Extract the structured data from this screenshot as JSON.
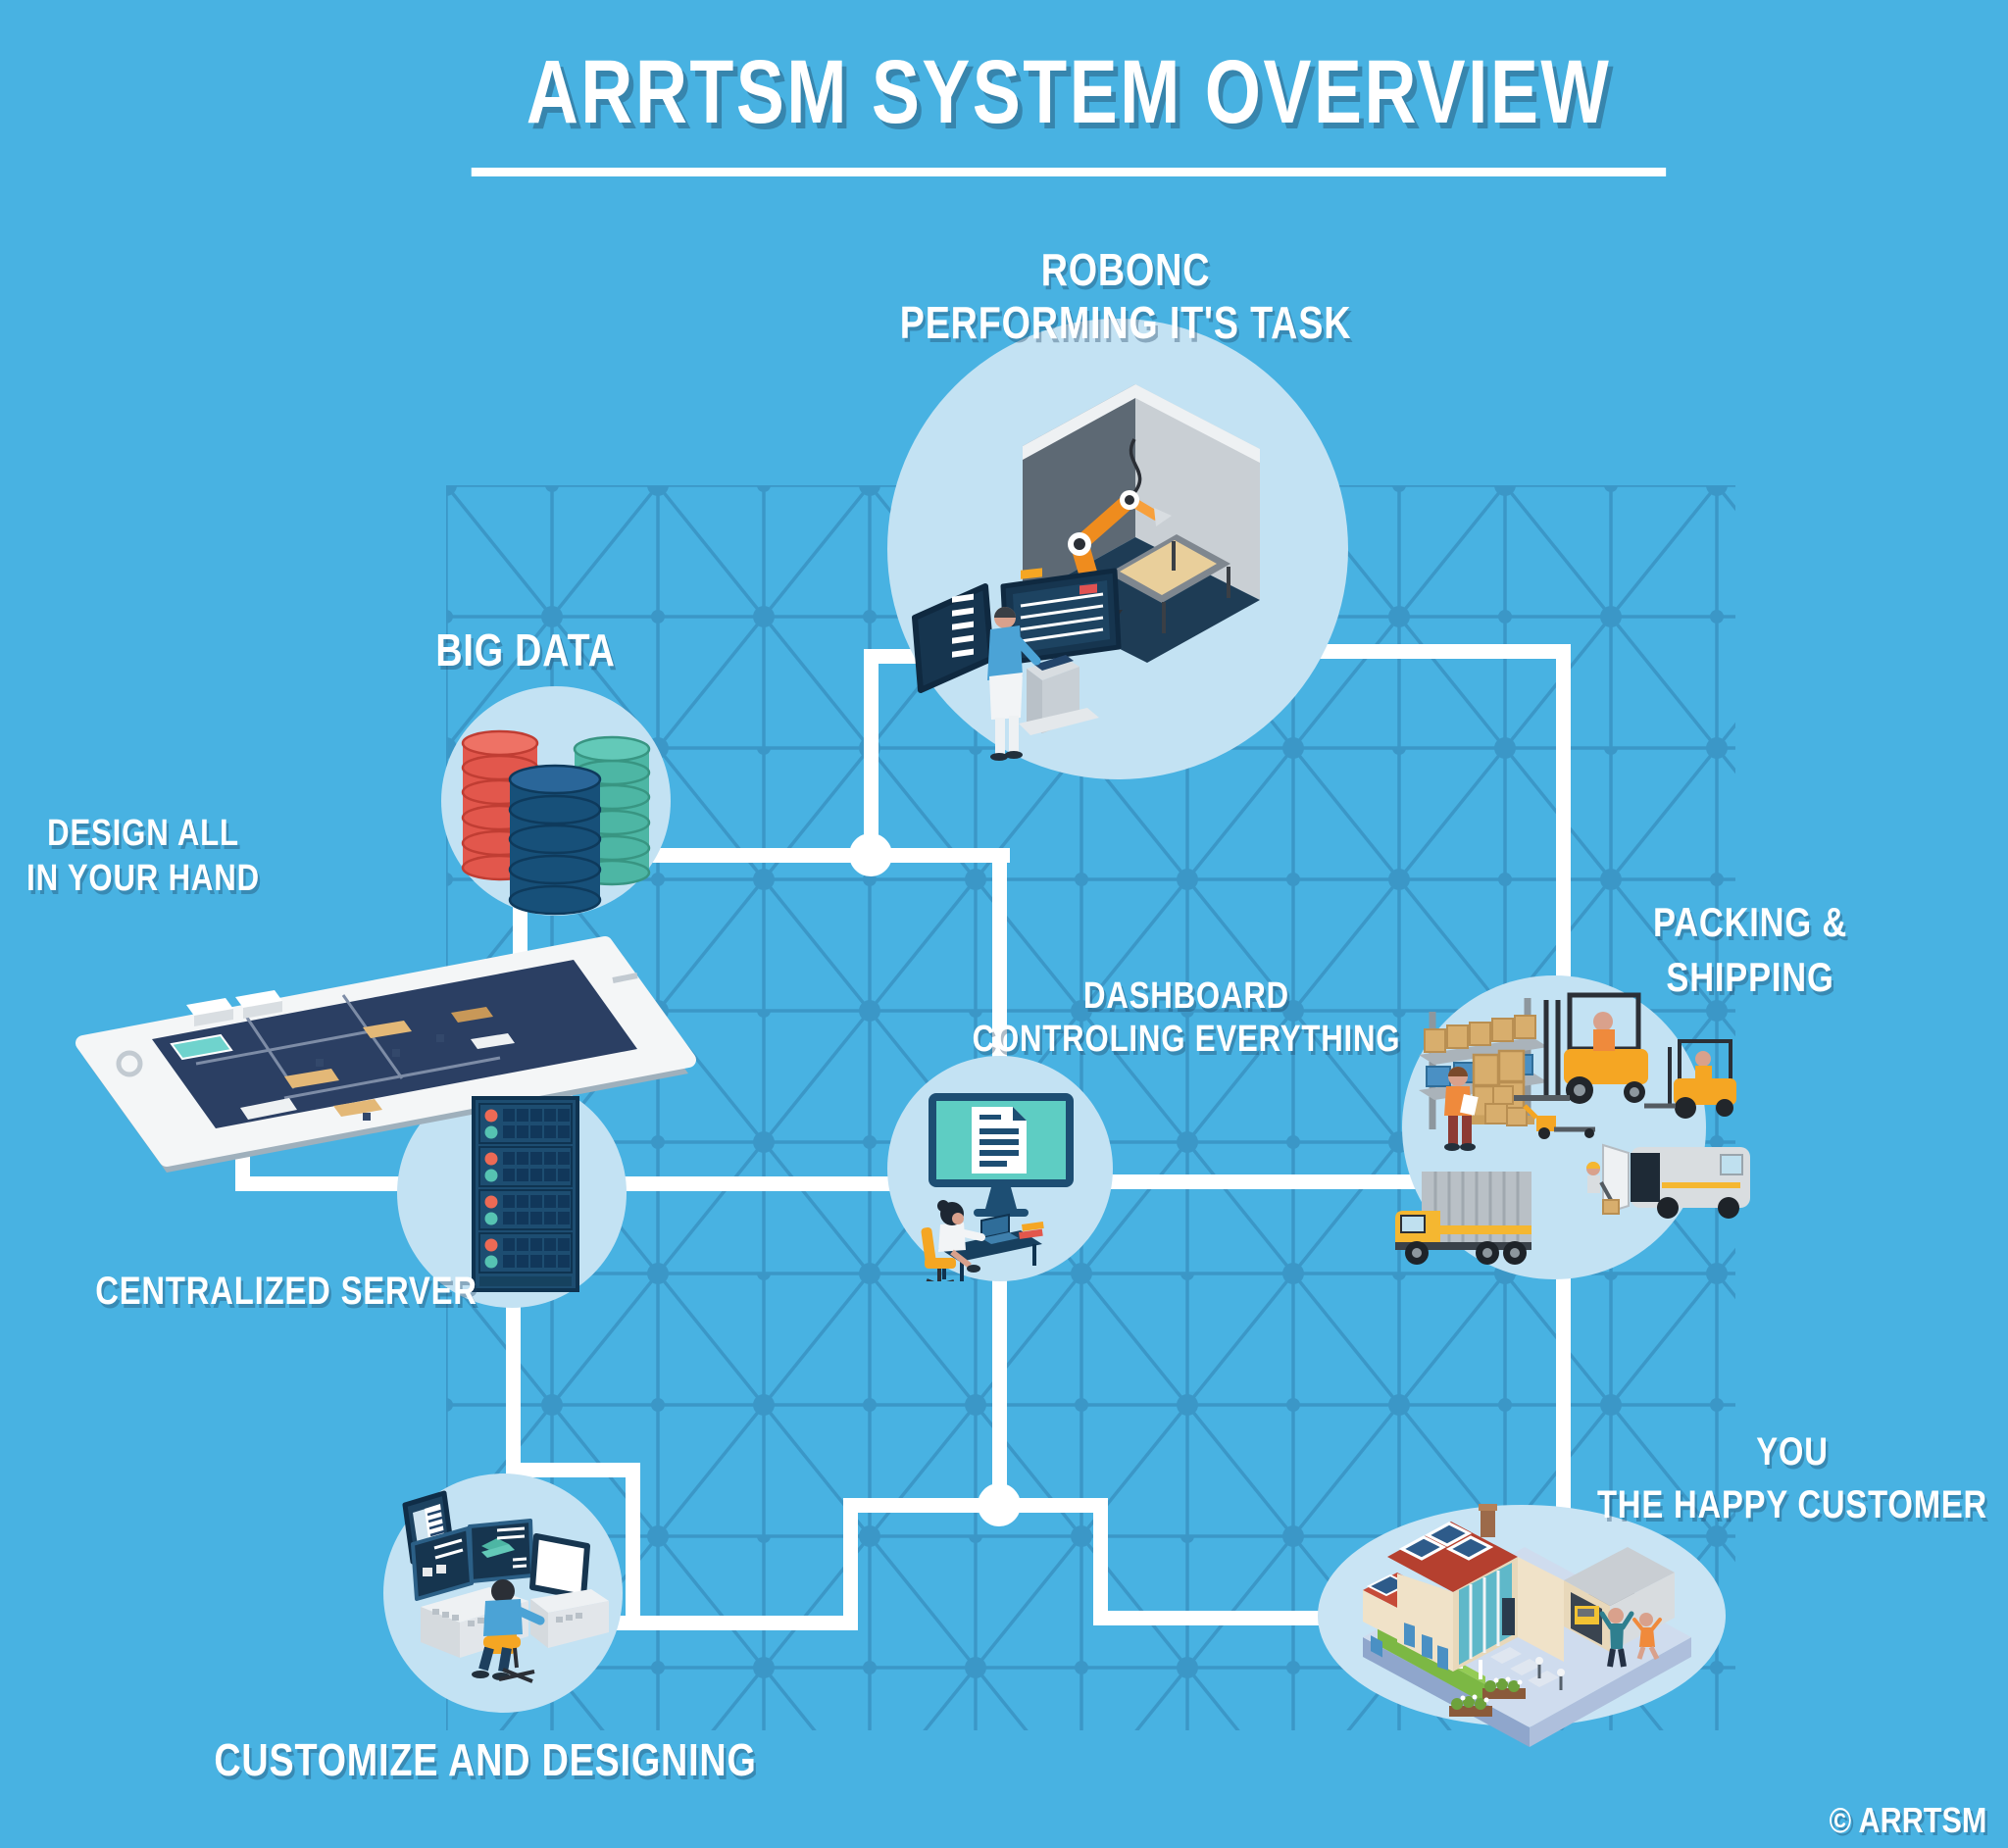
{
  "title": "ARRTSM SYSTEM OVERVIEW",
  "footer": {
    "copyright": "© ARRTSM"
  },
  "nodes": {
    "robot": {
      "line1": "ROBONC",
      "line2": "PERFORMING IT'S TASK",
      "icon": "robot-cell-icon"
    },
    "big_data": {
      "line1": "BIG DATA",
      "icon": "database-stacks-icon"
    },
    "design": {
      "line1": "DESIGN ALL",
      "line2": "IN YOUR HAND",
      "icon": "smartphone-floorplan-icon"
    },
    "server": {
      "line1": "CENTRALIZED SERVER",
      "icon": "server-rack-icon"
    },
    "dashboard": {
      "line1": "DASHBOARD",
      "line2": "CONTROLING EVERYTHING",
      "icon": "dashboard-monitor-icon"
    },
    "packing": {
      "line1": "PACKING &",
      "line2": "SHIPPING",
      "icon": "warehouse-logistics-icon"
    },
    "customer": {
      "line1": "YOU",
      "line2": "THE HAPPY CUSTOMER",
      "icon": "house-icon"
    },
    "customize": {
      "line1": "CUSTOMIZE AND DESIGNING",
      "icon": "design-workstation-icon"
    }
  },
  "colors": {
    "background": "#48b2e2",
    "bubble": "#c3e2f3",
    "connector": "#ffffff",
    "text": "#ffffff",
    "mesh": "#1f5c8c",
    "accent_orange": "#f5a623",
    "accent_red": "#e2574c",
    "accent_teal": "#4db6a4",
    "accent_navy": "#1d4e73"
  }
}
